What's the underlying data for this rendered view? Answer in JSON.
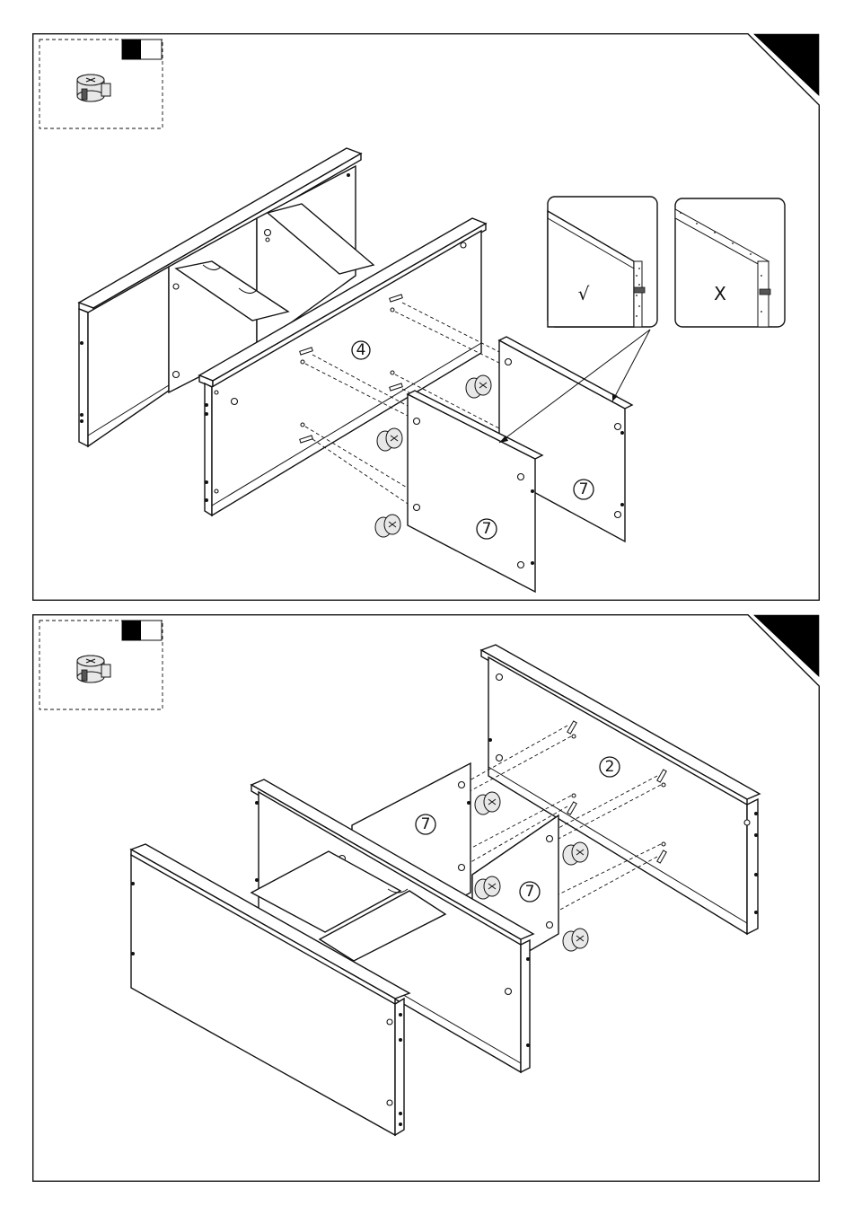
{
  "steps": [
    {
      "part_labels": {
        "back_panel": "4",
        "divider_front": "7",
        "divider_back": "7"
      },
      "detail_marks": {
        "correct": "√",
        "wrong": "X"
      }
    },
    {
      "part_labels": {
        "front_panel": "2",
        "divider_left": "7",
        "divider_right": "7"
      }
    }
  ],
  "colors": {
    "line": "#111111",
    "fill": "#ffffff",
    "corner_tab": "#000000"
  },
  "icons": [
    "cam-lock-fitting-icon",
    "dowel-icon",
    "corner-tab-icon",
    "quantity-box-icon"
  ]
}
